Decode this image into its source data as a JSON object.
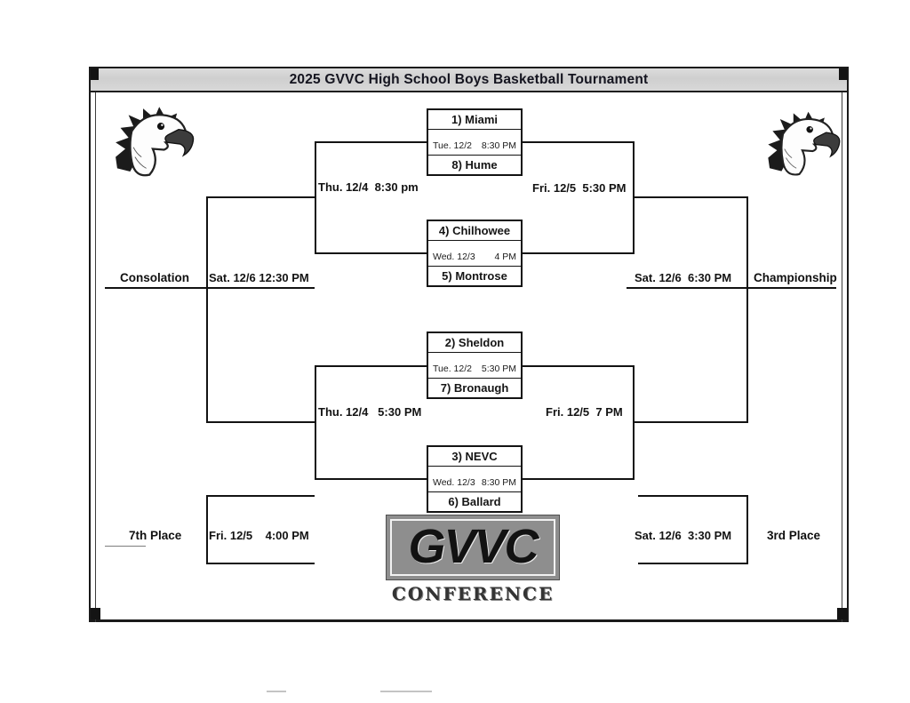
{
  "title": "2025 GVVC High School Boys Basketball Tournament",
  "bracket": {
    "quarterfinals": [
      {
        "top_team": "1) Miami",
        "date": "Tue. 12/2",
        "time": "8:30 PM",
        "bottom_team": "8) Hume"
      },
      {
        "top_team": "4) Chilhowee",
        "date": "Wed. 12/3",
        "time": "4 PM",
        "bottom_team": "5) Montrose"
      },
      {
        "top_team": "2) Sheldon",
        "date": "Tue. 12/2",
        "time": "5:30 PM",
        "bottom_team": "7) Bronaugh"
      },
      {
        "top_team": "3) NEVC",
        "date": "Wed. 12/3",
        "time": "8:30 PM",
        "bottom_team": "6) Ballard"
      }
    ],
    "rounds": {
      "consolation_semifinal_top": "Thu. 12/4  8:30 pm",
      "semifinal_top": "Fri. 12/5  5:30 PM",
      "consolation_semifinal_bottom": "Thu. 12/4   5:30 PM",
      "semifinal_bottom": "Fri. 12/5  7 PM"
    },
    "finals": {
      "consolation_label": "Consolation",
      "consolation_time": "Sat. 12/6 12:30 PM",
      "championship_time": "Sat. 12/6  6:30 PM",
      "championship_label": "Championship",
      "seventh_place_label": "7th Place",
      "seventh_place_time": "Fri. 12/5    4:00 PM",
      "third_place_time": "Sat. 12/6  3:30 PM",
      "third_place_label": "3rd Place"
    }
  },
  "logo": {
    "text": "GVVC",
    "subtitle": "CONFERENCE"
  }
}
